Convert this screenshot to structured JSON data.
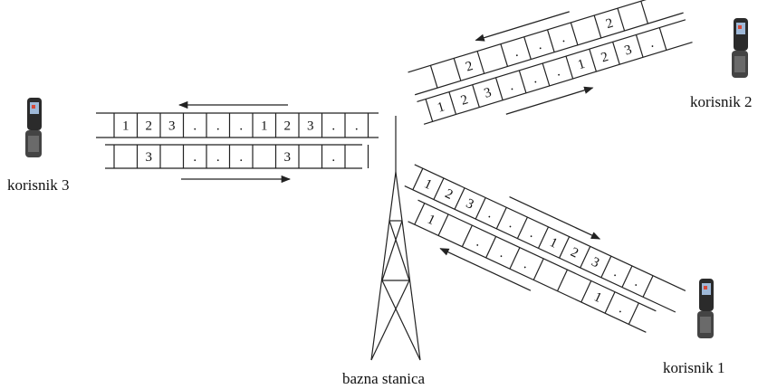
{
  "labels": {
    "base_station": "bazna stanica",
    "user1": "korisnik 1",
    "user2": "korisnik 2",
    "user3": "korisnik 3"
  },
  "links": {
    "user3": {
      "top_cells": [
        "1",
        "2",
        "3",
        ".",
        ".",
        ".",
        "1",
        "2",
        "3",
        ".",
        "."
      ],
      "bottom_cells": [
        "",
        "3",
        "",
        ".",
        ".",
        ".",
        "",
        "3",
        "",
        ".",
        ""
      ]
    },
    "user2": {
      "upper_cells": [
        "",
        "2",
        "",
        ".",
        ".",
        ".",
        "",
        "2",
        ""
      ],
      "lower_cells": [
        "1",
        "2",
        "3",
        ".",
        ".",
        ".",
        "1",
        "2",
        "3",
        "."
      ]
    },
    "user1": {
      "upper_cells": [
        "1",
        "2",
        "3",
        ".",
        ".",
        ".",
        "1",
        "2",
        "3",
        ".",
        "."
      ],
      "lower_cells": [
        "1",
        "",
        ".",
        ".",
        ".",
        "",
        "",
        "1",
        "."
      ]
    }
  },
  "icons": [
    "phone-icon",
    "phone-icon",
    "phone-icon",
    "tower-icon"
  ]
}
